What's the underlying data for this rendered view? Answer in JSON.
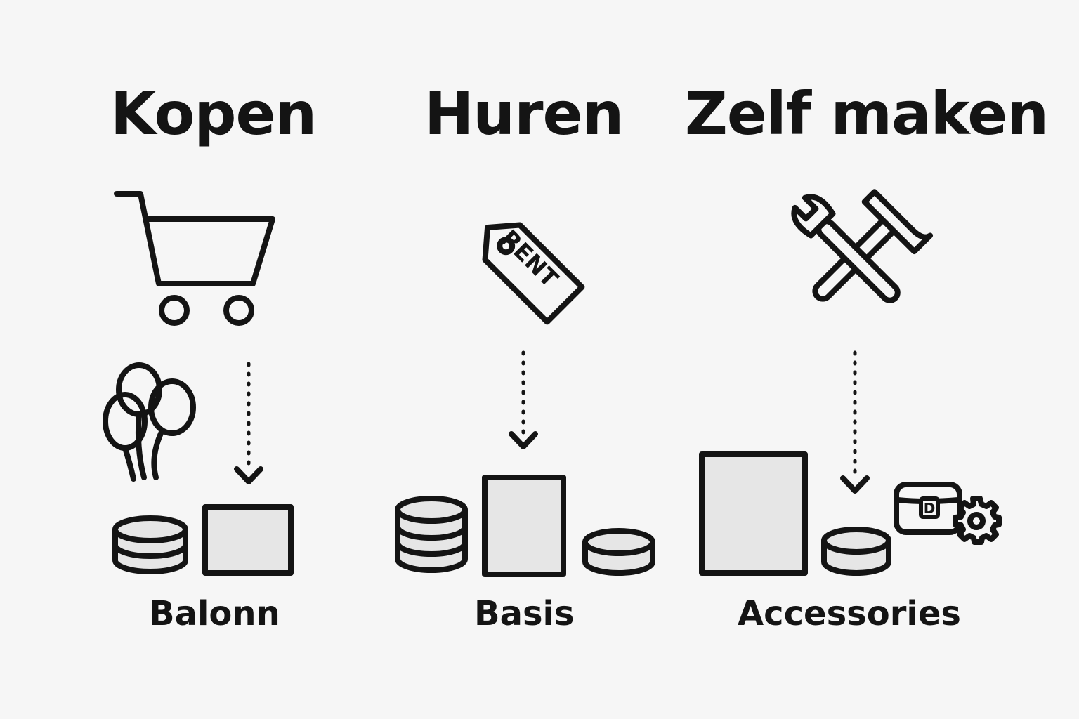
{
  "columns": [
    {
      "title": "Kopen",
      "caption": "Balonn",
      "icon": "shopping-cart-icon",
      "decoration": "balloons-icon"
    },
    {
      "title": "Huren",
      "caption": "Basis",
      "icon": "rent-tag-icon",
      "tag_text": "RENT"
    },
    {
      "title": "Zelf maken",
      "caption": "Accessories",
      "icon": "hammer-wrench-icon",
      "decoration": "bag-with-gear-icon",
      "bag_letter": "D"
    }
  ],
  "colors": {
    "background": "#f6f6f6",
    "stroke": "#141414",
    "fill": "#e6e6e6"
  }
}
